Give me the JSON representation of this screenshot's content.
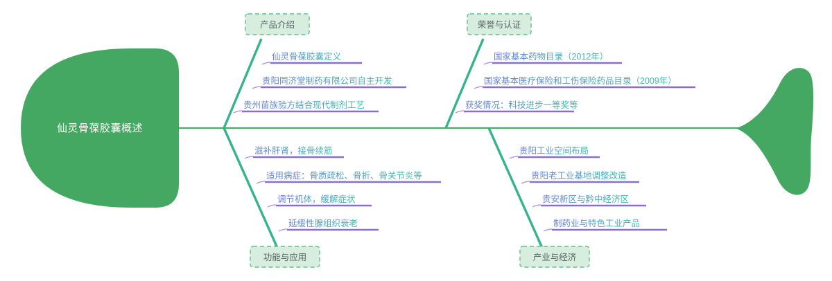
{
  "colors": {
    "fish_body": "#45a862",
    "spine": "#4aab6d",
    "branch": "#35b48b",
    "category_fill": "#d7eede",
    "category_border": "#63bd8c",
    "category_text": "#5a6368",
    "underline": "#8b6fd0",
    "connector": "#b39ae0",
    "text_gradient_start": "#6b7fd7",
    "text_gradient_end": "#3dbfb0",
    "head_text": "#ffffff",
    "background": "#ffffff"
  },
  "diagram": {
    "type": "fishbone",
    "head": {
      "label": "仙灵骨葆胶囊概述"
    },
    "tail": {
      "label": "fish-tail-shape"
    },
    "branches": [
      {
        "id": "product-intro",
        "position": "top-left",
        "category": "产品介绍",
        "items": [
          "仙灵骨葆胶囊定义",
          "贵阳同济堂制药有限公司自主开发",
          "贵州苗族验方结合现代制剂工艺"
        ]
      },
      {
        "id": "honors-certifications",
        "position": "top-right",
        "category": "荣誉与认证",
        "items": [
          "国家基本药物目录（2012年）",
          "国家基本医疗保险和工伤保险药品目录（2009年）",
          "获奖情况：科技进步一等奖等"
        ]
      },
      {
        "id": "functions-applications",
        "position": "bottom-left",
        "category": "功能与应用",
        "items": [
          "滋补肝肾，接骨续筋",
          "适用病症：骨质疏松、骨折、骨关节炎等",
          "调节机体，缓解症状",
          "延缓性腺组织衰老"
        ]
      },
      {
        "id": "industry-economy",
        "position": "bottom-right",
        "category": "产业与经济",
        "items": [
          "贵阳工业空间布局",
          "贵阳老工业基地调整改造",
          "贵安新区与黔中经济区",
          "制药业与特色工业产品"
        ]
      }
    ]
  }
}
